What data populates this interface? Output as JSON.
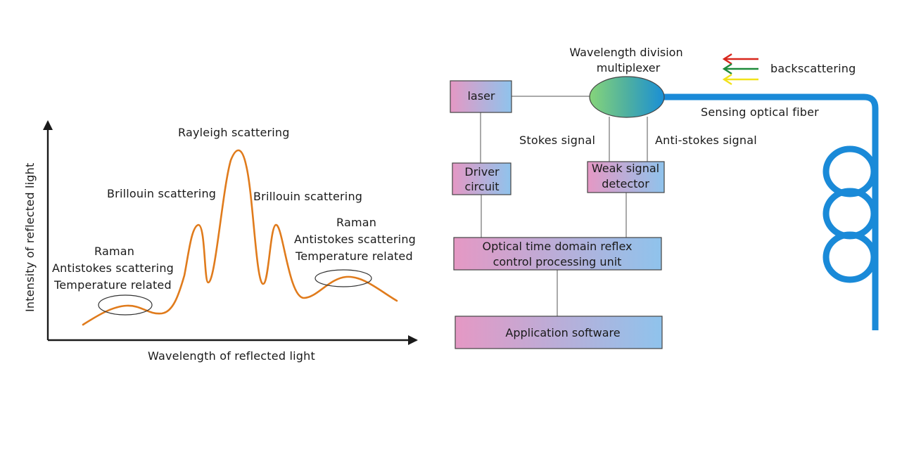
{
  "spectrum": {
    "axis_x_label": "Wavelength of reflected light",
    "axis_y_label": "Intensity of reflected light",
    "peak_center": "Rayleigh scattering",
    "peak_left": "Brillouin scattering",
    "peak_right": "Brillouin scattering",
    "raman_left": [
      "Raman",
      "Antistokes scattering",
      "Temperature related"
    ],
    "raman_right": [
      "Raman",
      "Antistokes scattering",
      "Temperature related"
    ],
    "curve_color": "#e07b1c"
  },
  "system": {
    "laser": "laser",
    "wdm": [
      "Wavelength division",
      "multiplexer"
    ],
    "driver": [
      "Driver",
      "circuit"
    ],
    "detector": [
      "Weak signal",
      "detector"
    ],
    "otdr": [
      "Optical time domain reflex",
      "control processing unit"
    ],
    "software": "Application software",
    "stokes": "Stokes signal",
    "anti_stokes": "Anti-stokes signal",
    "fiber": "Sensing optical fiber",
    "backscatter": "backscattering",
    "fiber_color": "#1a8ad8",
    "arrow_colors": [
      "#d8261c",
      "#1e8a3a",
      "#f2e21a"
    ],
    "box_gradient": [
      "#e598c4",
      "#8fc3ec"
    ],
    "wdm_gradient": [
      "#7ccf70",
      "#1a8fd6"
    ]
  }
}
